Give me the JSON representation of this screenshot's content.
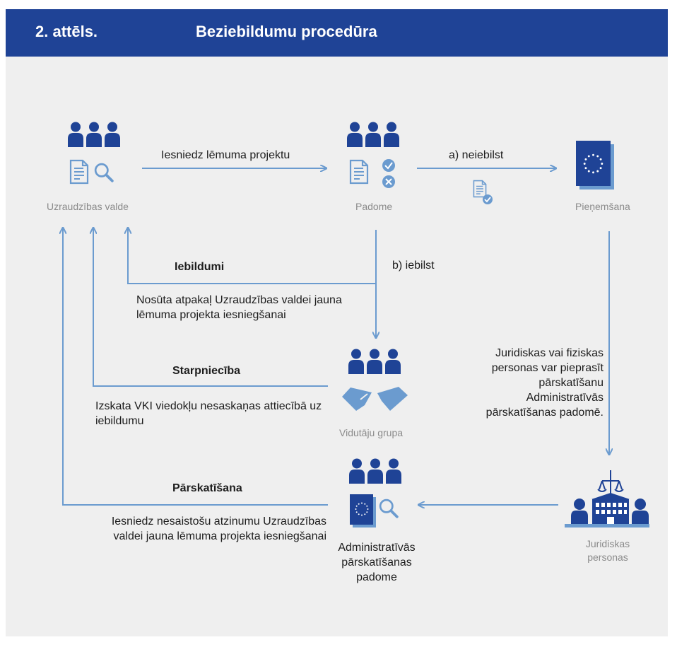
{
  "header": {
    "figure_number": "2. attēls.",
    "title": "Beziebildumu procedūra"
  },
  "colors": {
    "header_bg": "#1f4396",
    "panel_bg": "#efefef",
    "arrow": "#6b9bcf",
    "icon_primary": "#1f4396",
    "icon_light": "#6b9bcf",
    "node_label": "#8b8b8b"
  },
  "nodes": {
    "supervisory_board": "Uzraudzības valde",
    "council": "Padome",
    "adoption": "Pieņemšana",
    "mediation_group": "Vidutāju grupa",
    "admin_board": "Administratīvās pārskatīšanas padomē",
    "legal_persons": "Juridiskas personas"
  },
  "edges": {
    "submit_draft": "Iesniedz lēmuma projektu",
    "no_objection": "a) neiebilst",
    "objection": "b) iebilst",
    "objections_title": "Iebildumi",
    "objections_desc": "Nosūta atpakaļ Uzraudzības valdei jauna lēmuma projekta iesniegšanai",
    "mediation_title": "Starpniecība",
    "mediation_desc": "Izskata VKI viedokļu nesaskaņas attiecībā uz iebildumu",
    "review_title": "Pārskatīšana",
    "review_desc": "Iesniedz nesaistošu atzinumu Uzraudzības valdei jauna lēmuma projekta iesniegšanai",
    "appeal_desc": "Juridiskas vai fiziskas personas var pieprasīt pārskatīšanu Administratīvās pārskatīšanas padomē."
  },
  "admin_board_label": "Administratīvās pārskatīšanas padome",
  "icons": [
    "people-group-icon",
    "document-search-icon",
    "document-check-cross-icon",
    "document-approved-icon",
    "eu-book-icon",
    "handshake-icon",
    "court-building-icon"
  ]
}
